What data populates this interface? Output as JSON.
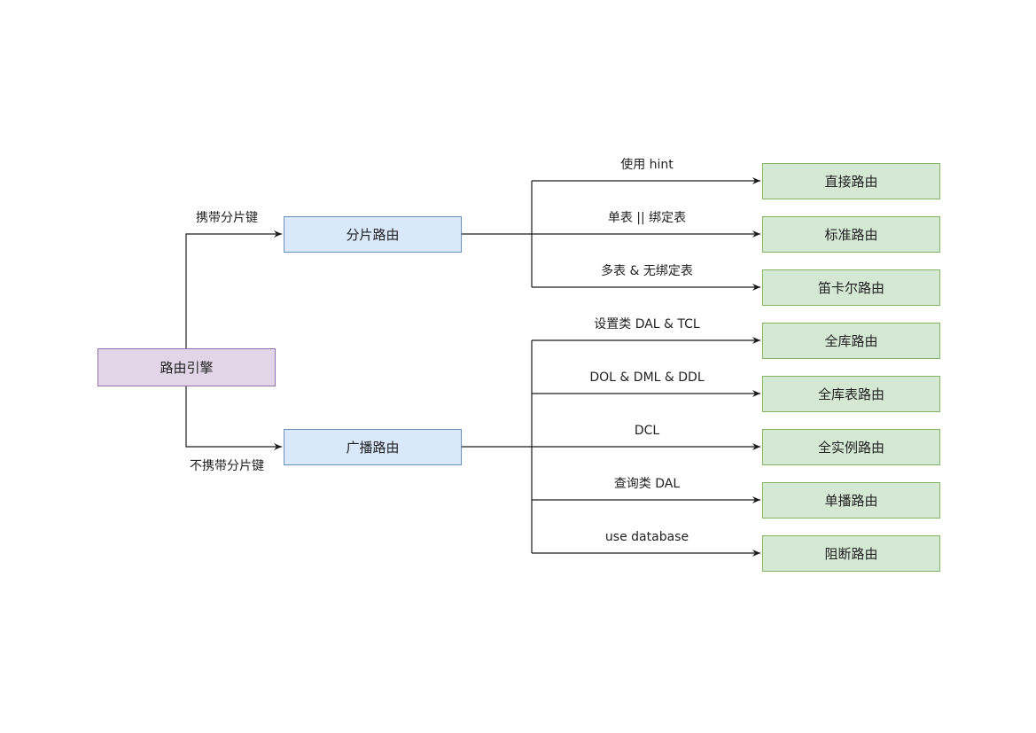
{
  "colors": {
    "root_fill": "#e1d5e7",
    "root_stroke": "#9673a6",
    "mid_fill": "#dae8fc",
    "mid_stroke": "#6c8ebf",
    "leaf_fill": "#d5e8d4",
    "leaf_stroke": "#82b366",
    "edge": "#1a1a1a"
  },
  "root": {
    "label": "路由引擎"
  },
  "branches": {
    "sharding": {
      "label": "分片路由",
      "edge_label": "携带分片键",
      "children": [
        {
          "edge_label": "使用 hint",
          "label": "直接路由"
        },
        {
          "edge_label": "单表 || 绑定表",
          "label": "标准路由"
        },
        {
          "edge_label": "多表 & 无绑定表",
          "label": "笛卡尔路由"
        }
      ]
    },
    "broadcast": {
      "label": "广播路由",
      "edge_label": "不携带分片键",
      "children": [
        {
          "edge_label": "设置类 DAL & TCL",
          "label": "全库路由"
        },
        {
          "edge_label": "DOL & DML & DDL",
          "label": "全库表路由"
        },
        {
          "edge_label": "DCL",
          "label": "全实例路由"
        },
        {
          "edge_label": "查询类 DAL",
          "label": "单播路由"
        },
        {
          "edge_label": "use database",
          "label": "阻断路由"
        }
      ]
    }
  }
}
